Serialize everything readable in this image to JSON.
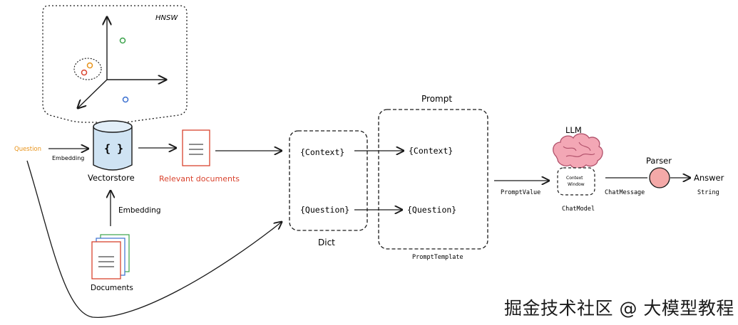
{
  "hnsw": {
    "title": "HNSW"
  },
  "question": {
    "label": "Question",
    "color": "#e8931a"
  },
  "embedding_top": {
    "label": "Embedding"
  },
  "vectorstore": {
    "icon_text": "{ }",
    "label": "Vectorstore"
  },
  "relevant_docs": {
    "label": "Relevant documents",
    "color": "#d9432e"
  },
  "embedding_mid": {
    "label": "Embedding"
  },
  "documents": {
    "label": "Documents"
  },
  "dict": {
    "label": "Dict",
    "context": "{Context}",
    "question": "{Question}"
  },
  "prompt": {
    "title": "Prompt",
    "context": "{Context}",
    "question": "{Question}",
    "footer": "PromptTemplate"
  },
  "prompt_value": {
    "label": "PromptValue"
  },
  "llm": {
    "title": "LLM",
    "context_window_line1": "Context",
    "context_window_line2": "Window",
    "footer": "ChatModel"
  },
  "chat_message": {
    "label": "ChatMessage"
  },
  "parser": {
    "title": "Parser",
    "color": "#f4a9a8"
  },
  "answer": {
    "label": "Answer",
    "type": "String"
  },
  "watermark": {
    "text": "掘金技术社区 @ 大模型教程"
  }
}
